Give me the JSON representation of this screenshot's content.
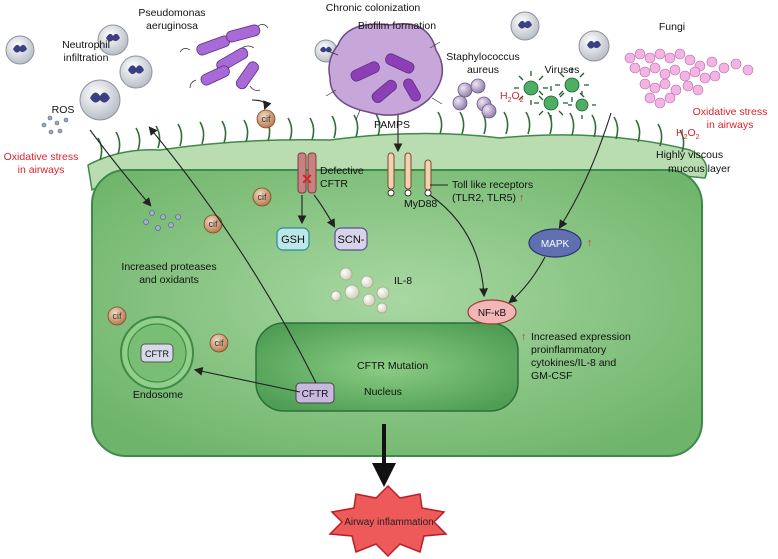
{
  "labels": {
    "pseudomonas_1": "Pseudomonas",
    "pseudomonas_2": "aeruginosa",
    "chronic": "Chronic colonization",
    "biofilm": "Biofilm formation",
    "fungi": "Fungi",
    "neutrophil_1": "Neutrophil",
    "neutrophil_2": "infiltration",
    "staph_1": "Staphylococcus",
    "staph_2": "aureus",
    "viruses": "Viruses",
    "h2o2": "H",
    "h2o2_sub": "2",
    "h2o2_o": "O",
    "ros": "ROS",
    "pamps": "PAMPS",
    "ox_stress_left_1": "Oxidative stress",
    "ox_stress_left_2": "in airways",
    "ox_stress_right_1": "Oxidative stress",
    "ox_stress_right_2": "in airways",
    "viscous_1": "Highly viscous",
    "viscous_2": "mucous layer",
    "defective_1": "Defective",
    "defective_2": "CFTR",
    "tlr_1": "Toll like receptors",
    "tlr_2": "(TLR2, TLR5)",
    "myd88": "MyD88",
    "gsh": "GSH",
    "scn": "SCN-",
    "mapk": "MAPK",
    "proteases_1": "Increased proteases",
    "proteases_2": "and oxidants",
    "il8": "IL-8",
    "nfkb": "NF-κB",
    "cftr_endo": "CFTR",
    "endosome": "Endosome",
    "cftr_mutation": "CFTR Mutation",
    "nucleus": "Nucleus",
    "cftr_nuc": "CFTR",
    "expr_1": "Increased expression",
    "expr_2": "proinflammatory",
    "expr_3": "cytokines/IL-8 and",
    "expr_4": "GM-CSF",
    "airway": "Airway inflammation",
    "cif": "cif",
    "up_arrow": "↑"
  },
  "colors": {
    "cell_fill": "#7fc07a",
    "cell_stroke": "#3f8a4a",
    "nucleus_fill": "#5aa65a",
    "mucus": "#b9dcb0",
    "red_text": "#d8232a",
    "bacteria": "#9b59c9",
    "fungi": "#f3a6e0",
    "cif": "#c68a5a"
  }
}
